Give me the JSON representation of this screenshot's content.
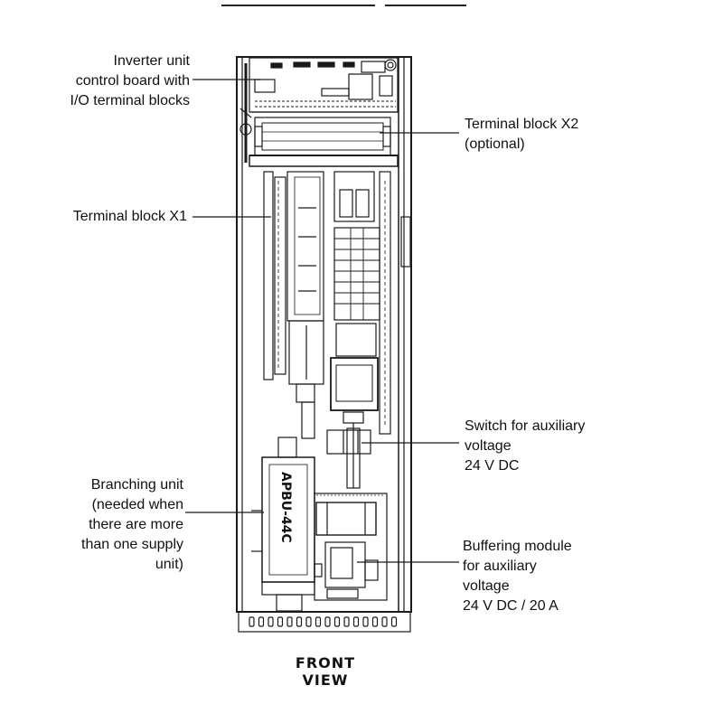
{
  "callouts": {
    "inverter_control_board": [
      "Inverter unit",
      "control board with",
      "I/O terminal blocks"
    ],
    "terminal_block_x2": [
      "Terminal block X2",
      "(optional)"
    ],
    "terminal_block_x1": [
      "Terminal block X1"
    ],
    "switch_aux_voltage": [
      "Switch for auxiliary",
      "voltage",
      "24 V DC"
    ],
    "branching_unit": [
      "Branching unit",
      "(needed when",
      "there are more",
      "than one supply",
      "unit)"
    ],
    "buffering_module": [
      "Buffering module",
      "for auxiliary",
      "voltage",
      "24 V DC / 20 A"
    ]
  },
  "component_marking": "APBU-44C",
  "view_label": "FRONT VIEW"
}
